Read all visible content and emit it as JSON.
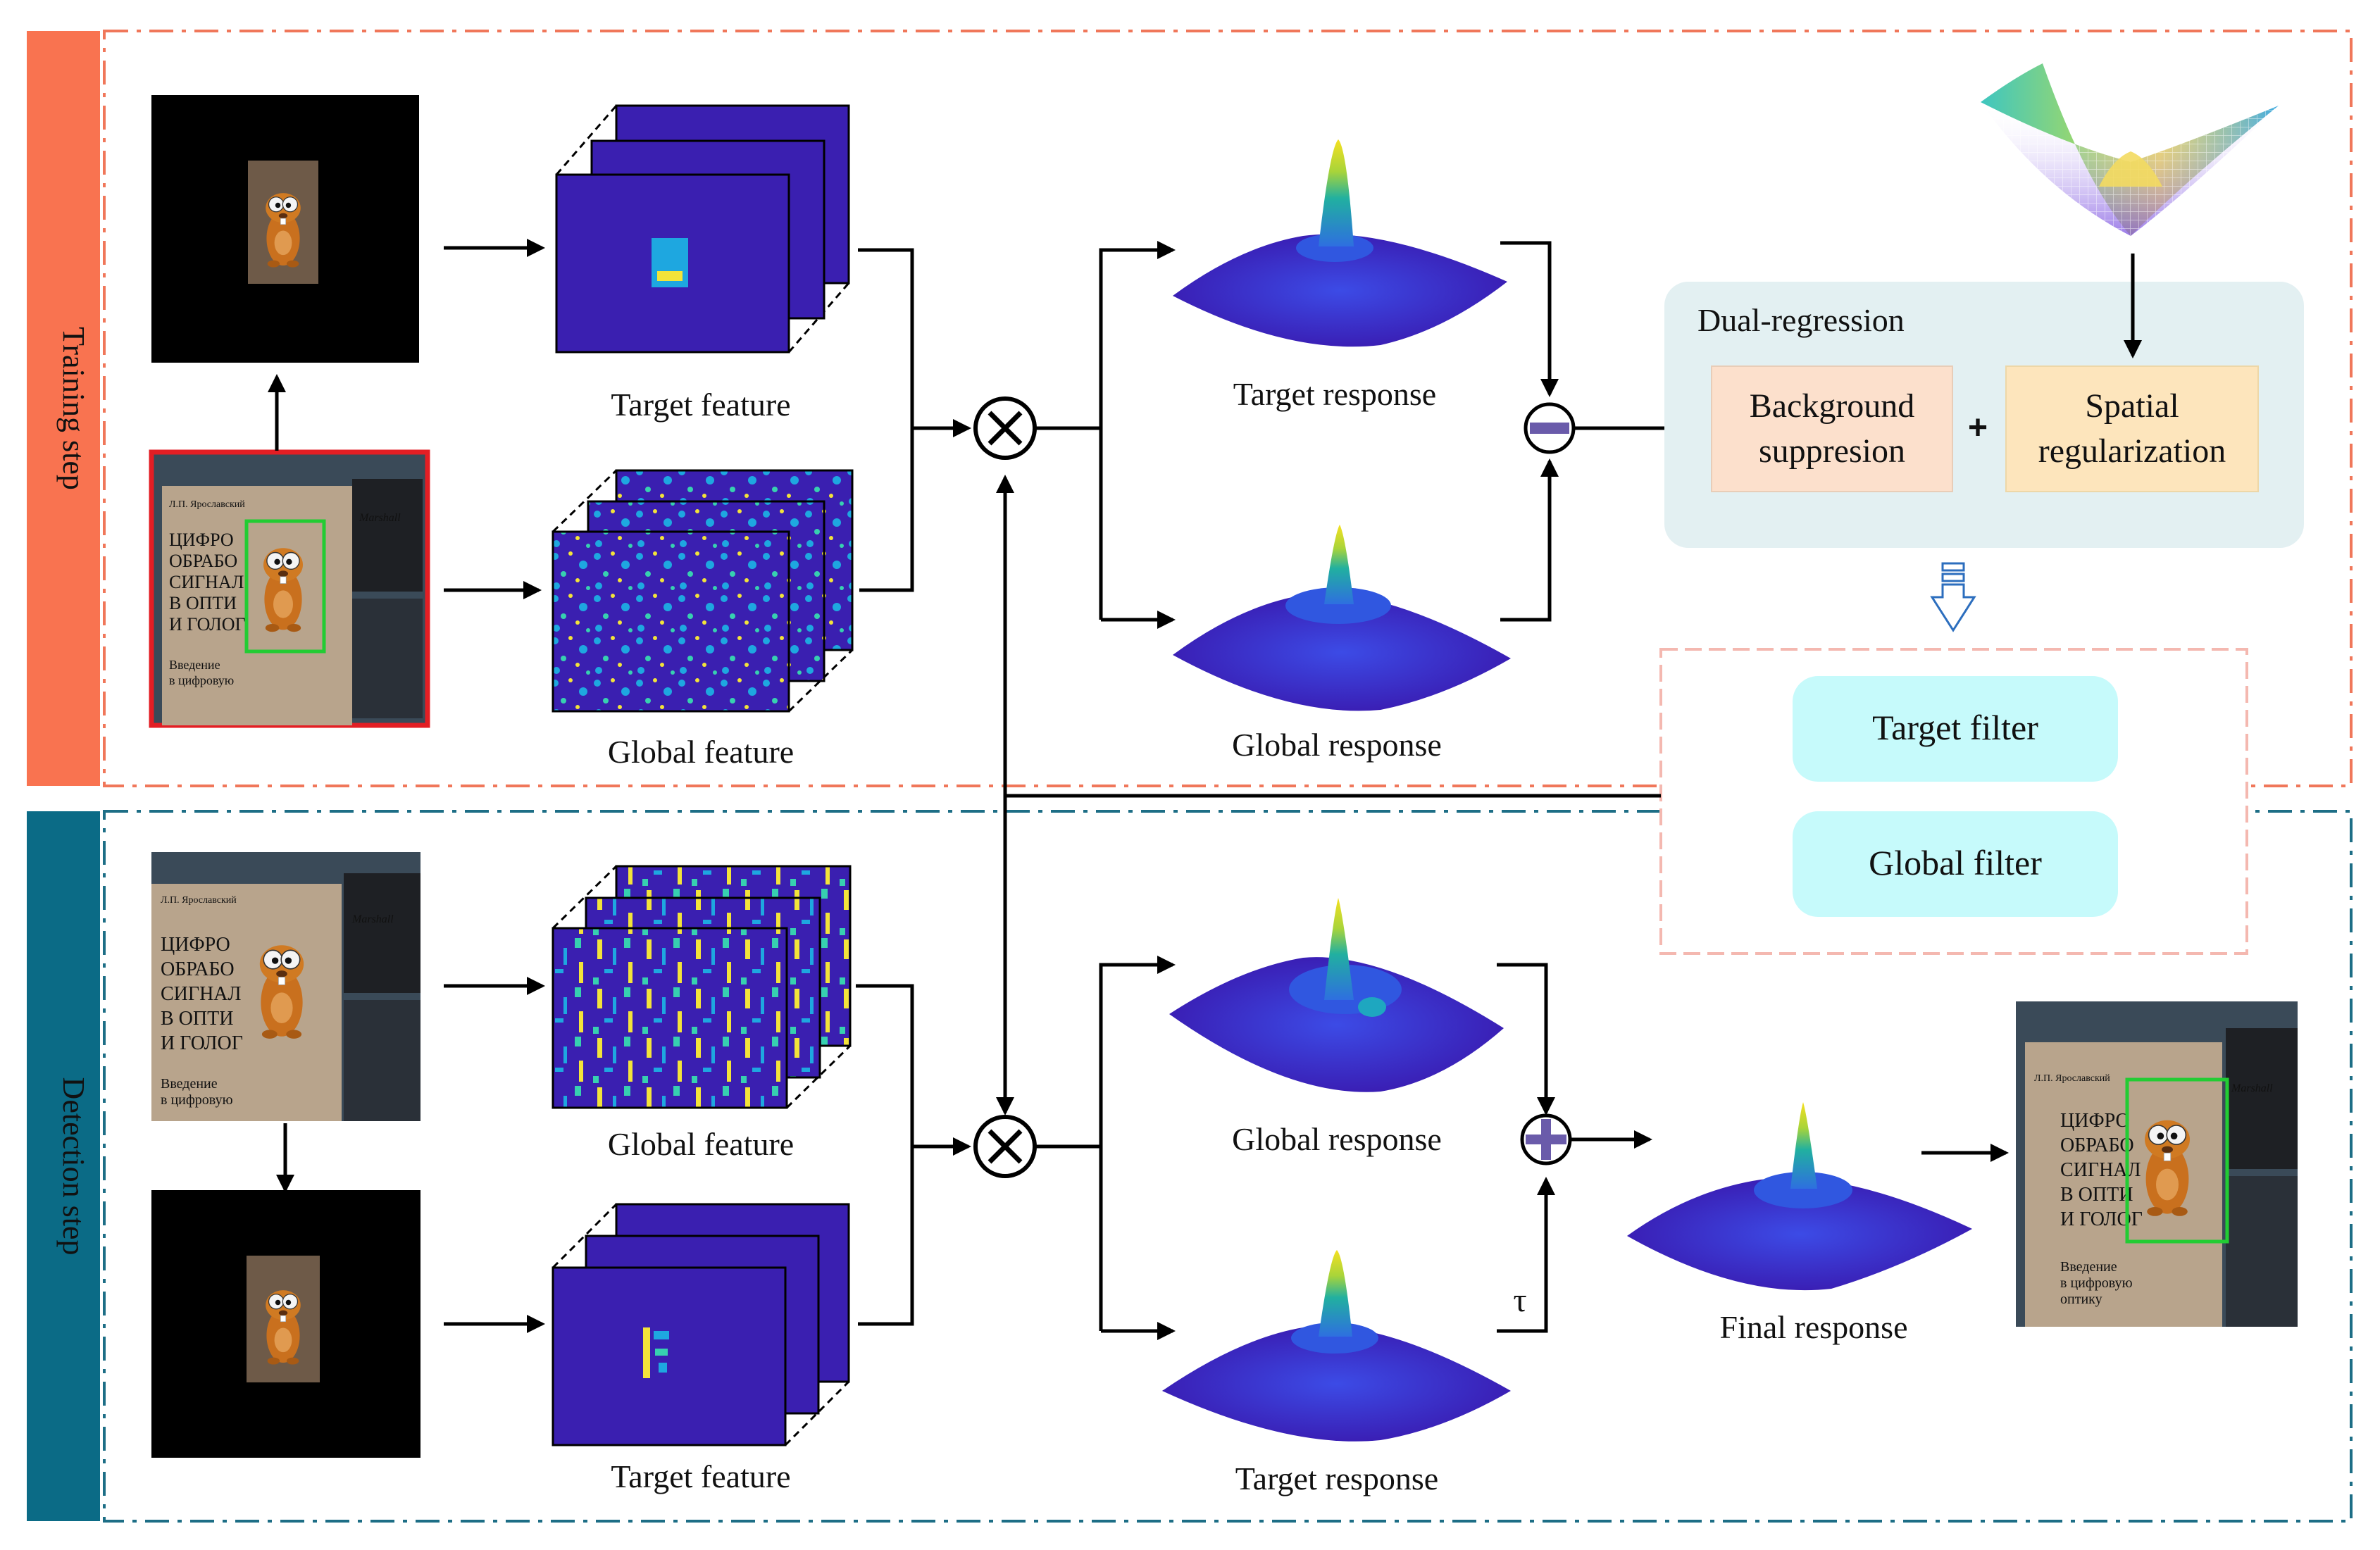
{
  "steps": {
    "training": "Training step",
    "detection": "Detection step"
  },
  "labels": {
    "target_feature_top": "Target feature",
    "global_feature_top": "Global feature",
    "target_response_top": "Target response",
    "global_response_top": "Global response",
    "global_feature_bottom": "Global feature",
    "target_feature_bottom": "Target feature",
    "global_response_bottom": "Global response",
    "target_response_bottom": "Target response",
    "final_response": "Final response",
    "tau": "τ"
  },
  "dual_regression": {
    "title": "Dual-regression",
    "background_line1": "Background",
    "background_line2": "suppresion",
    "plus": "+",
    "spatial_line1": "Spatial",
    "spatial_line2": "regularization"
  },
  "filters": {
    "target": "Target filter",
    "global": "Global filter"
  },
  "image_text": {
    "book_lines": [
      "Л.П. Ярославский",
      "ЦИФРО",
      "ОБРАБО",
      "СИГНАЛ",
      "В ОПТИ",
      "И ГОЛОГ",
      "Введение",
      "в цифровую",
      "оптику"
    ],
    "amp_brand": "Marshall"
  },
  "colors": {
    "training_band": "#F97350",
    "detection_band": "#0B6B86",
    "training_border": "#F0775A",
    "detection_border": "#1D6E86",
    "dual_panel": "#E3F0F2",
    "orange_box": "#FCE0CC",
    "yellow_box": "#FDE5BC",
    "filter_box": "#C6FAFB",
    "feature_blue": "#3A1FB0",
    "red_frame": "#E31E24",
    "green_box": "#22CC33"
  }
}
